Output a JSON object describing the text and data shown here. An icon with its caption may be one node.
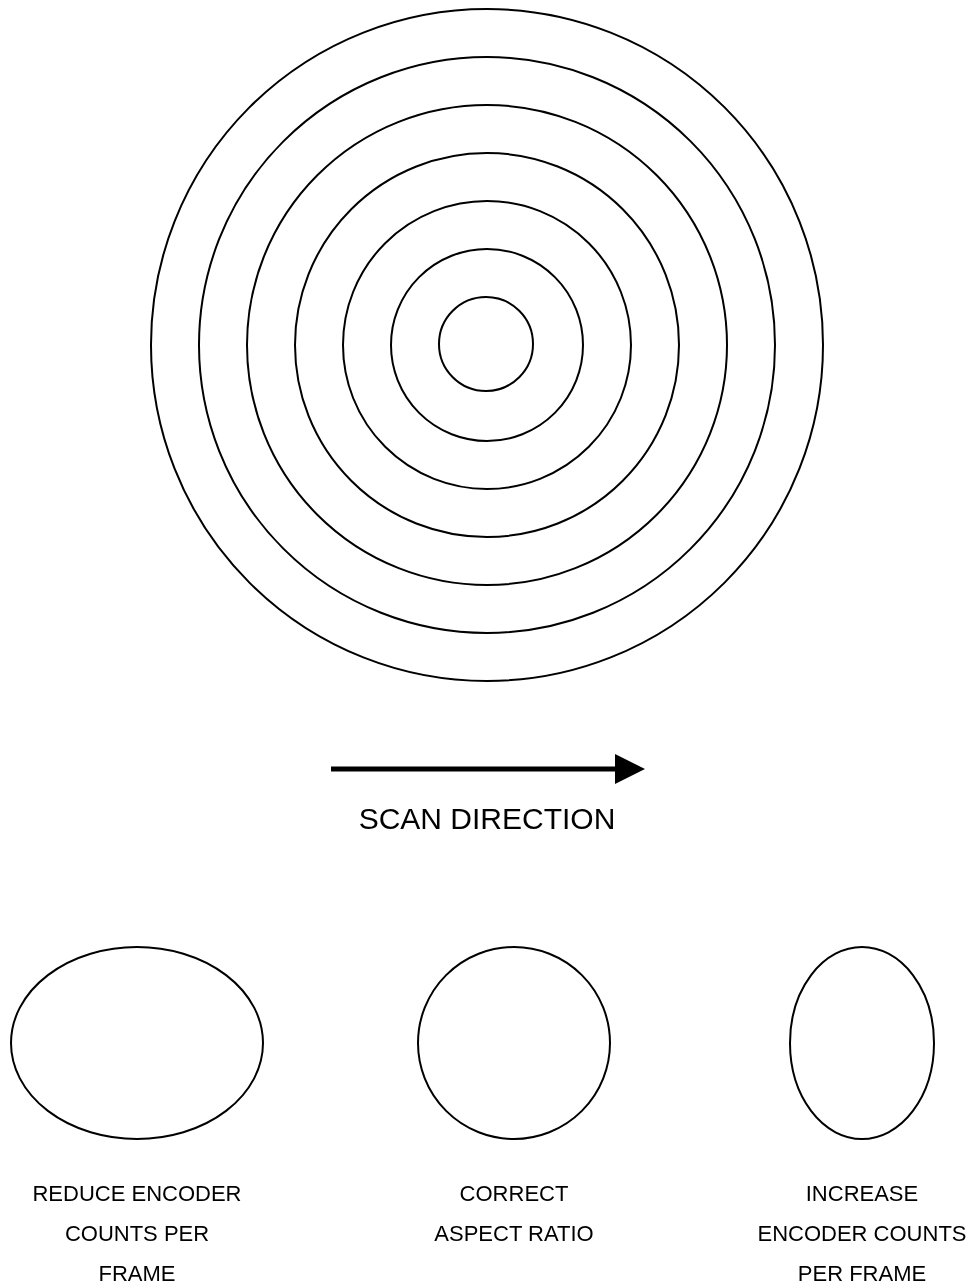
{
  "diagram": {
    "nodes": [
      {
        "text": [],
        "shape": "circle"
      },
      {
        "text": [],
        "shape": "circle",
        "in": 0
      },
      {
        "text": [],
        "shape": "circle",
        "in": 1
      },
      {
        "text": [],
        "shape": "circle",
        "in": 2
      },
      {
        "text": [],
        "shape": "circle",
        "in": 3
      },
      {
        "text": [],
        "shape": "circle",
        "in": 4
      },
      {
        "text": [],
        "shape": "circle",
        "in": 5
      },
      {
        "text": [],
        "shape": "ellipse",
        "beside": [
          "REDUCE ENCODER COUNTS PER FRAME"
        ]
      },
      {
        "text": [],
        "shape": "circle",
        "beside": [
          "CORRECT ASPECT RATIO"
        ]
      },
      {
        "text": [],
        "shape": "ellipse",
        "beside": [
          "INCREASE ENCODER COUNTS PER FRAME"
        ]
      }
    ],
    "edges": [],
    "labels": [
      "SCAN DIRECTION"
    ]
  }
}
